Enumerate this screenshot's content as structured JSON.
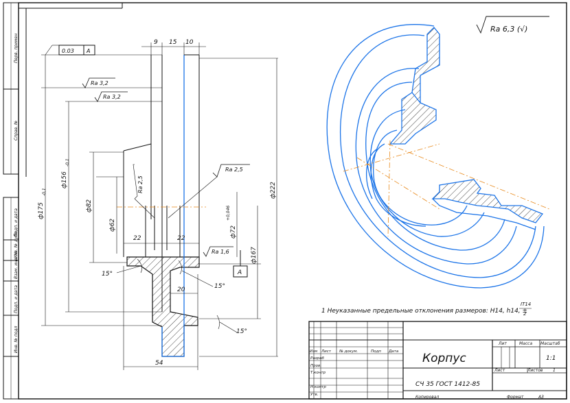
{
  "drawing": {
    "part_name": "Корпус",
    "material": "СЧ 35 ГОСТ 1412-85",
    "general_roughness": "Ra 6,3 (√)",
    "note_text": "1 Неуказанные предельные отклонения размеров: H14, h14, ±",
    "note_frac_num": "IT14",
    "note_frac_den": "2",
    "tolerance_value": "0.03",
    "tolerance_datum": "A",
    "datum_label": "A"
  },
  "dims": {
    "d175": "ф175",
    "d175_tol": "-0,1",
    "d156": "ф156",
    "d156_tol": "-0,1",
    "d82": "ф82",
    "d62": "ф62",
    "d72": "ф72",
    "d72_tol": "+0,046",
    "d167": "ф167",
    "d222": "ф222",
    "w9": "9",
    "w15": "15",
    "w10": "10",
    "w22a": "22",
    "w22b": "22",
    "w20": "20",
    "w54": "54",
    "ang1": "15°",
    "ang2": "15°",
    "ang3": "15°",
    "ra32a": "Ra 3,2",
    "ra32b": "Ra 3,2",
    "ra25a": "Ra 2,5",
    "ra25b": "Ra 2,5",
    "ra16": "Ra 1,6"
  },
  "title_block": {
    "col_izm": "Изм",
    "col_list": "Лист",
    "col_ndokum": "№ докум.",
    "col_podp": "Подп",
    "col_data": "Дата",
    "row_razrab": "Разраб",
    "row_prov": "Пров.",
    "row_tkontr": "Т.контр",
    "row_nkontr": "Н.контр",
    "row_utv": "Утв.",
    "lit": "Лит",
    "massa": "Масса",
    "masshtab": "Масштаб",
    "scale_value": "1:1",
    "list_label": "Лист",
    "listov_label": "Листов",
    "listov_value": "1",
    "copied": "Копировал",
    "format": "Формат",
    "format_value": "A3"
  },
  "side_strip": {
    "perv_primen": "Перв. примен",
    "sprav_no": "Справ. №",
    "podp_data_1": "Подп. и дата",
    "inv_dubl": "Инв. № дубл",
    "vzam_inv": "Взам. инв. №",
    "podp_data_2": "Подп. и дата",
    "inv_podl": "Инв. № подл"
  }
}
